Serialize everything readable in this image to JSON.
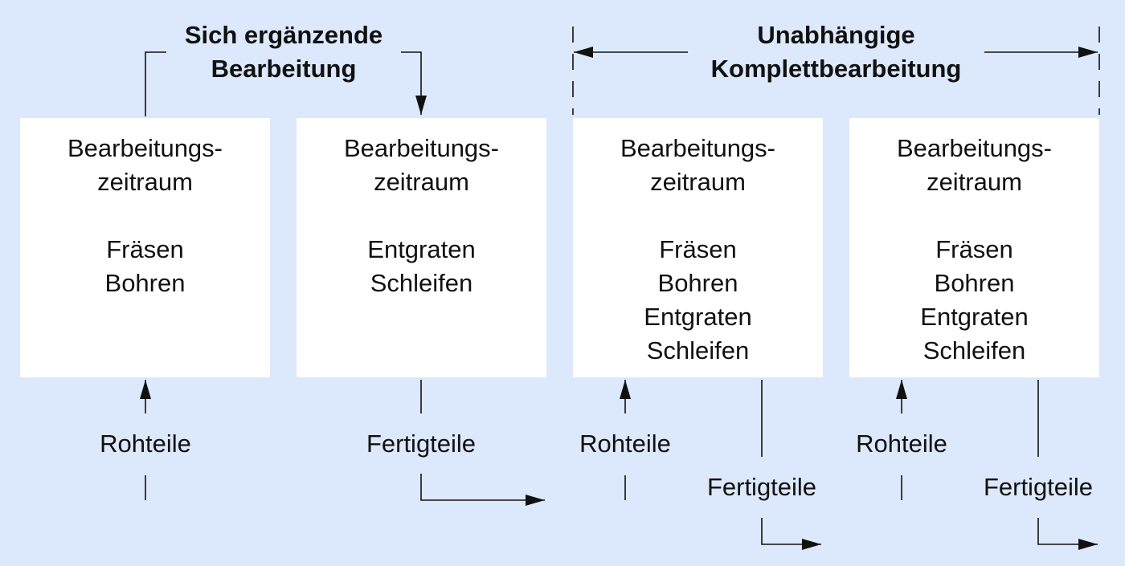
{
  "headings": {
    "complementary": [
      "Sich ergänzende",
      "Bearbeitung"
    ],
    "independent": [
      "Unabhängige",
      "Komplettbearbeitung"
    ]
  },
  "boxes": [
    {
      "title": [
        "Bearbeitungs-",
        "zeitraum"
      ],
      "steps": [
        "Fräsen",
        "Bohren"
      ]
    },
    {
      "title": [
        "Bearbeitungs-",
        "zeitraum"
      ],
      "steps": [
        "Entgraten",
        "Schleifen"
      ]
    },
    {
      "title": [
        "Bearbeitungs-",
        "zeitraum"
      ],
      "steps": [
        "Fräsen",
        "Bohren",
        "Entgraten",
        "Schleifen"
      ]
    },
    {
      "title": [
        "Bearbeitungs-",
        "zeitraum"
      ],
      "steps": [
        "Fräsen",
        "Bohren",
        "Entgraten",
        "Schleifen"
      ]
    }
  ],
  "labels": {
    "raw_parts": "Rohteile",
    "finished_parts": "Fertigteile"
  }
}
